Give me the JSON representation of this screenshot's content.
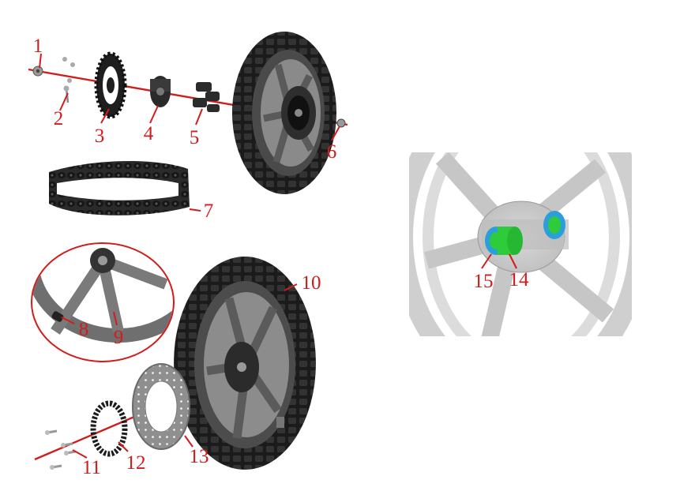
{
  "diagram": {
    "colors": {
      "callout": "#d21c1c",
      "tire": "#1b1b1b",
      "rim": "#6f6f6f",
      "disc": "#8a8a8a",
      "bearing_green": "#2ecc3a",
      "bearing_blue": "#2a9fd8"
    },
    "callouts": [
      "1",
      "2",
      "3",
      "4",
      "5",
      "6",
      "7",
      "8",
      "9",
      "10",
      "11",
      "12",
      "13",
      "14",
      "15"
    ]
  }
}
